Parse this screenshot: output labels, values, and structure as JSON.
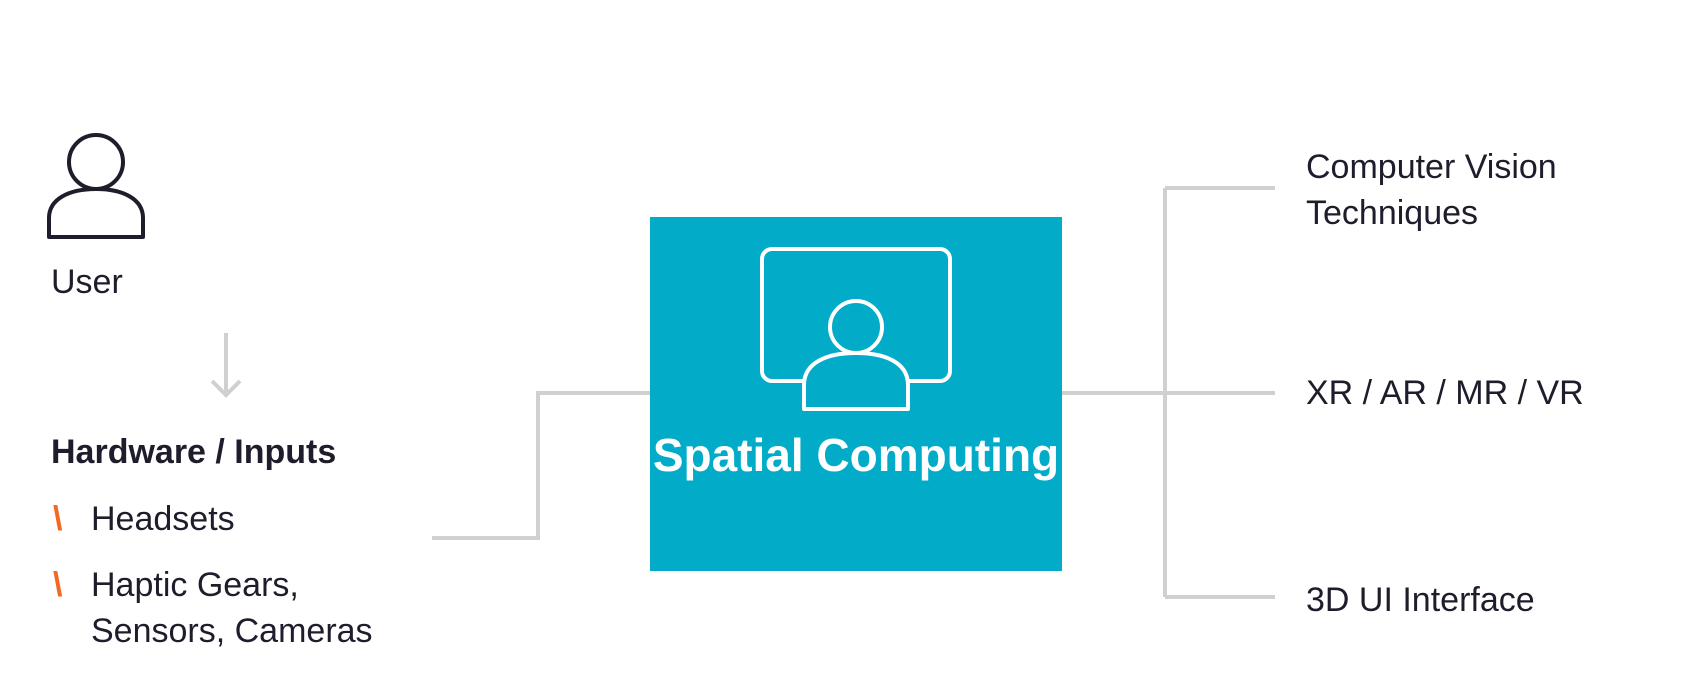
{
  "colors": {
    "box": "#02acc8",
    "accent": "#f26a21",
    "line": "#d0d0d0",
    "text": "#1f1c2b"
  },
  "user": {
    "icon": "person-outline-icon",
    "label": "User"
  },
  "hardware": {
    "title": "Hardware / Inputs",
    "marker": "\\",
    "items": [
      "Headsets",
      "Haptic Gears, Sensors, Cameras"
    ]
  },
  "center": {
    "icon": "person-at-screen-icon",
    "title": "Spatial Computing"
  },
  "outputs": [
    "Computer Vision Techniques",
    "XR / AR / MR / VR",
    "3D UI Interface"
  ]
}
